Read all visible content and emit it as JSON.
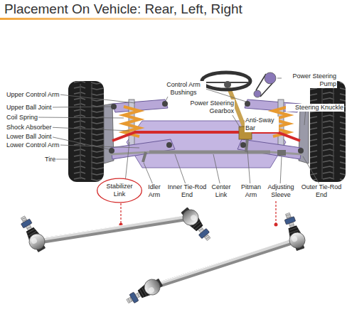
{
  "diagram": {
    "title": "Placement On Vehicle: Rear, Left, Right",
    "nodes": [
      {
        "text": [
          "Stabilizer Link"
        ]
      }
    ],
    "labels": [
      "Power Steering Pump",
      "Upper Control Arm",
      "Control Arm Bushings",
      "Steering Knuckle",
      "Upper Ball Joint",
      "Power Steering Gearbox",
      "Coil Spring",
      "Anti-Sway Bar",
      "Shock Absorber",
      "Lower Ball Joint",
      "Lower Control Arm",
      "Tire",
      "Idler Arm",
      "Inner Tie-Rod End",
      "Center Link",
      "Pitman Arm",
      "Adjusting Sleeve",
      "Outer Tie-Rod End"
    ]
  }
}
